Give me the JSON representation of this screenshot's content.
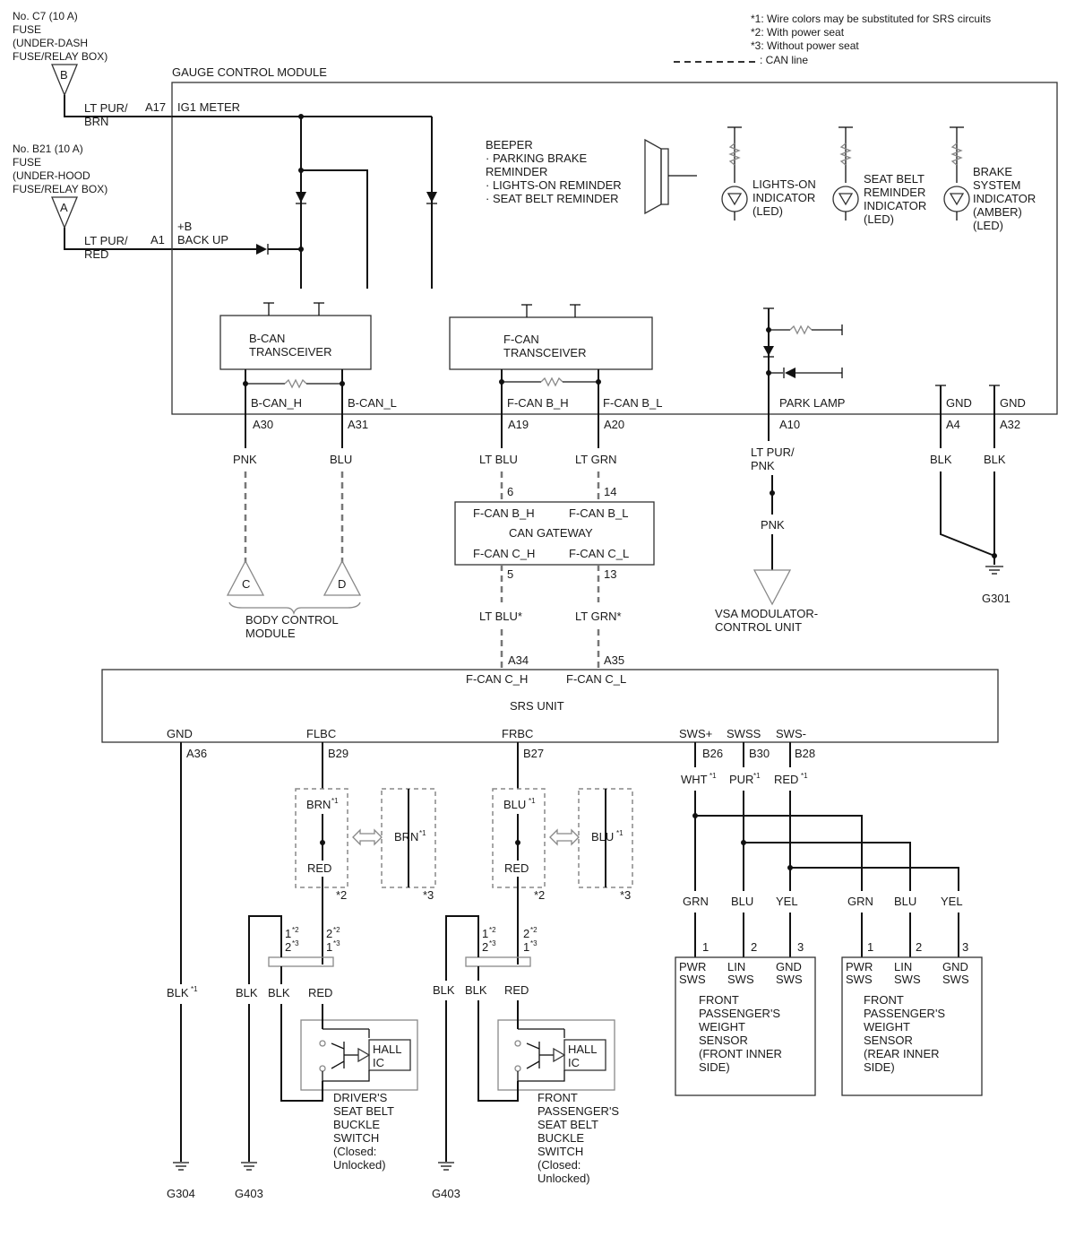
{
  "legend": {
    "note1": "*1:  Wire colors may be substituted for SRS circuits",
    "note2": "*2:  With power seat",
    "note3": "*3:  Without power seat",
    "can_line": ":  CAN line"
  },
  "fuses": {
    "c7": {
      "line1": "No. C7 (10 A)",
      "line2": "FUSE",
      "line3": "(UNDER-DASH",
      "line4": "FUSE/RELAY BOX)",
      "letter": "B",
      "wire1": "LT PUR/",
      "wire2": "BRN",
      "pin": "A17",
      "signal": "IG1 METER"
    },
    "b21": {
      "line1": "No. B21 (10 A)",
      "line2": "FUSE",
      "line3": "(UNDER-HOOD",
      "line4": "FUSE/RELAY BOX)",
      "letter": "A",
      "wire1": "LT PUR/",
      "wire2": "RED",
      "pin": "A1",
      "signal1": "+B",
      "signal2": "BACK UP"
    }
  },
  "gauge": {
    "title": "GAUGE CONTROL MODULE",
    "beeper": [
      "BEEPER",
      "· PARKING BRAKE",
      "REMINDER",
      "· LIGHTS-ON REMINDER",
      "· SEAT BELT REMINDER"
    ],
    "lights_on": [
      "LIGHTS-ON",
      "INDICATOR",
      "(LED)"
    ],
    "seat_belt": [
      "SEAT BELT",
      "REMINDER",
      "INDICATOR",
      "(LED)"
    ],
    "brake": [
      "BRAKE",
      "SYSTEM",
      "INDICATOR",
      "(AMBER)",
      "(LED)"
    ],
    "bcan": [
      "B-CAN",
      "TRANSCEIVER"
    ],
    "fcan": [
      "F-CAN",
      "TRANSCEIVER"
    ],
    "park_lamp": "PARK LAMP",
    "gnd": "GND"
  },
  "pins": {
    "bcan_h": "B-CAN_H",
    "bcan_l": "B-CAN_L",
    "fcanb_h": "F-CAN B_H",
    "fcanb_l": "F-CAN B_L",
    "a30": "A30",
    "a31": "A31",
    "a19": "A19",
    "a20": "A20",
    "a10": "A10",
    "a4": "A4",
    "a32": "A32"
  },
  "wires": {
    "pnk": "PNK",
    "blu": "BLU",
    "lt_blu": "LT BLU",
    "lt_grn": "LT GRN",
    "lt_pur_pnk_1": "LT PUR/",
    "lt_pur_pnk_2": "PNK",
    "pnk2": "PNK",
    "blk": "BLK",
    "lt_blu_star": "LT BLU*",
    "lt_grn_star": "LT GRN*"
  },
  "gateway": {
    "pin6": "6",
    "pin14": "14",
    "pin5": "5",
    "pin13": "13",
    "b_h": "F-CAN B_H",
    "b_l": "F-CAN B_L",
    "title": "CAN GATEWAY",
    "c_h": "F-CAN C_H",
    "c_l": "F-CAN C_L"
  },
  "bcm": {
    "c": "C",
    "d": "D",
    "line1": "BODY CONTROL",
    "line2": "MODULE"
  },
  "vsa": {
    "line1": "VSA MODULATOR-",
    "line2": "CONTROL UNIT"
  },
  "g301": "G301",
  "srs": {
    "title": "SRS UNIT",
    "a34": "A34",
    "a35": "A35",
    "c_h": "F-CAN C_H",
    "c_l": "F-CAN C_L",
    "gnd": "GND",
    "a36": "A36",
    "flbc": "FLBC",
    "b29": "B29",
    "frbc": "FRBC",
    "b27": "B27",
    "sws_p": "SWS+",
    "swss": "SWSS",
    "sws_m": "SWS-",
    "b26": "B26",
    "b30": "B30",
    "b28": "B28"
  },
  "left": {
    "brn": "BRN",
    "red": "RED",
    "s2": "*2",
    "s3": "*3",
    "p1": "1",
    "p2": "2",
    "blk": "BLK",
    "red2": "RED",
    "hall1": "HALL",
    "hall2": "IC",
    "label": [
      "DRIVER'S",
      "SEAT BELT",
      "BUCKLE",
      "SWITCH",
      "(Closed:",
      "Unlocked)"
    ]
  },
  "mid": {
    "blu": "BLU",
    "red": "RED",
    "s2": "*2",
    "s3": "*3",
    "p1": "1",
    "p2": "2",
    "blk": "BLK",
    "red2": "RED",
    "hall1": "HALL",
    "hall2": "IC",
    "label": [
      "FRONT",
      "PASSENGER'S",
      "SEAT BELT",
      "BUCKLE",
      "SWITCH",
      "(Closed:",
      "Unlocked)"
    ]
  },
  "sws": {
    "wht": "WHT",
    "pur": "PUR",
    "red": "RED",
    "grn": "GRN",
    "blu": "BLU",
    "yel": "YEL",
    "p1": "1",
    "p2": "2",
    "p3": "3",
    "pwr1": "PWR",
    "pwr2": "SWS",
    "lin1": "LIN",
    "lin2": "SWS",
    "gnd1": "GND",
    "gnd2": "SWS",
    "inner_label": [
      "FRONT",
      "PASSENGER'S",
      "WEIGHT",
      "SENSOR",
      "(FRONT INNER",
      "SIDE)"
    ],
    "rear_label": [
      "FRONT",
      "PASSENGER'S",
      "WEIGHT",
      "SENSOR",
      "(REAR INNER",
      "SIDE)"
    ]
  },
  "grounds": {
    "blk_star": "BLK",
    "blk": "BLK",
    "g304": "G304",
    "g403a": "G403",
    "g403b": "G403"
  },
  "star1": "*1"
}
